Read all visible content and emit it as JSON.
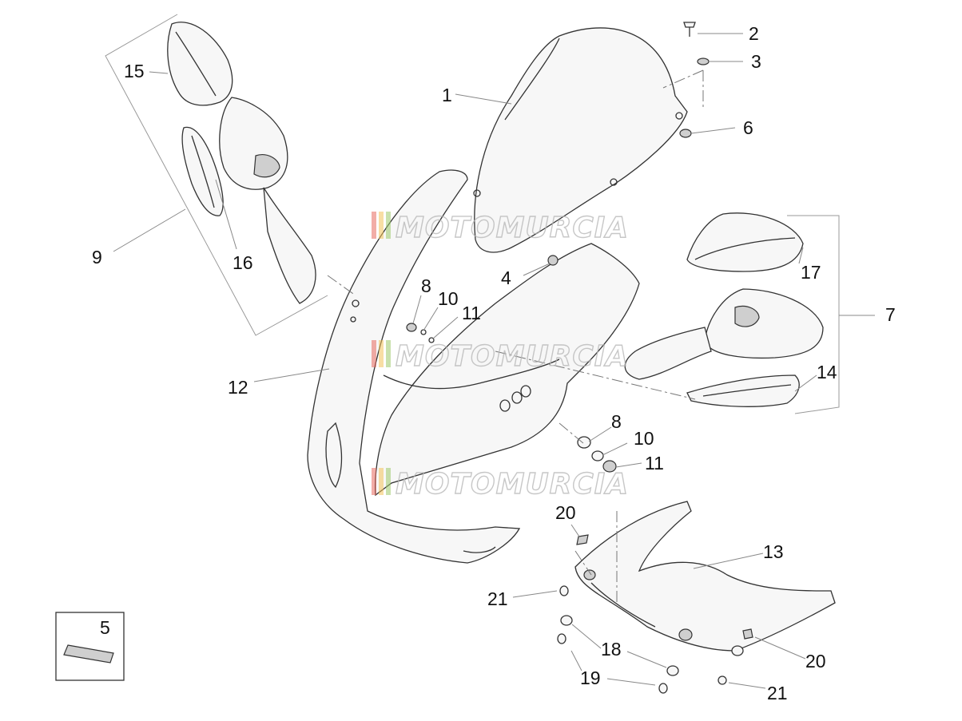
{
  "watermark": {
    "text": "MOTOMURCIA",
    "stripe_colors": [
      "#e86a5e",
      "#f2c35a",
      "#9cc86a"
    ]
  },
  "callouts": [
    {
      "id": "c1",
      "text": "1"
    },
    {
      "id": "c2",
      "text": "2"
    },
    {
      "id": "c3",
      "text": "3"
    },
    {
      "id": "c4",
      "text": "4"
    },
    {
      "id": "c5",
      "text": "5"
    },
    {
      "id": "c6",
      "text": "6"
    },
    {
      "id": "c7",
      "text": "7"
    },
    {
      "id": "c8a",
      "text": "8"
    },
    {
      "id": "c8b",
      "text": "8"
    },
    {
      "id": "c9",
      "text": "9"
    },
    {
      "id": "c10a",
      "text": "10"
    },
    {
      "id": "c10b",
      "text": "10"
    },
    {
      "id": "c11a",
      "text": "11"
    },
    {
      "id": "c11b",
      "text": "11"
    },
    {
      "id": "c12",
      "text": "12"
    },
    {
      "id": "c13",
      "text": "13"
    },
    {
      "id": "c14",
      "text": "14"
    },
    {
      "id": "c15",
      "text": "15"
    },
    {
      "id": "c16",
      "text": "16"
    },
    {
      "id": "c17",
      "text": "17"
    },
    {
      "id": "c18",
      "text": "18"
    },
    {
      "id": "c19",
      "text": "19"
    },
    {
      "id": "c20a",
      "text": "20"
    },
    {
      "id": "c20b",
      "text": "20"
    },
    {
      "id": "c21a",
      "text": "21"
    },
    {
      "id": "c21b",
      "text": "21"
    }
  ]
}
